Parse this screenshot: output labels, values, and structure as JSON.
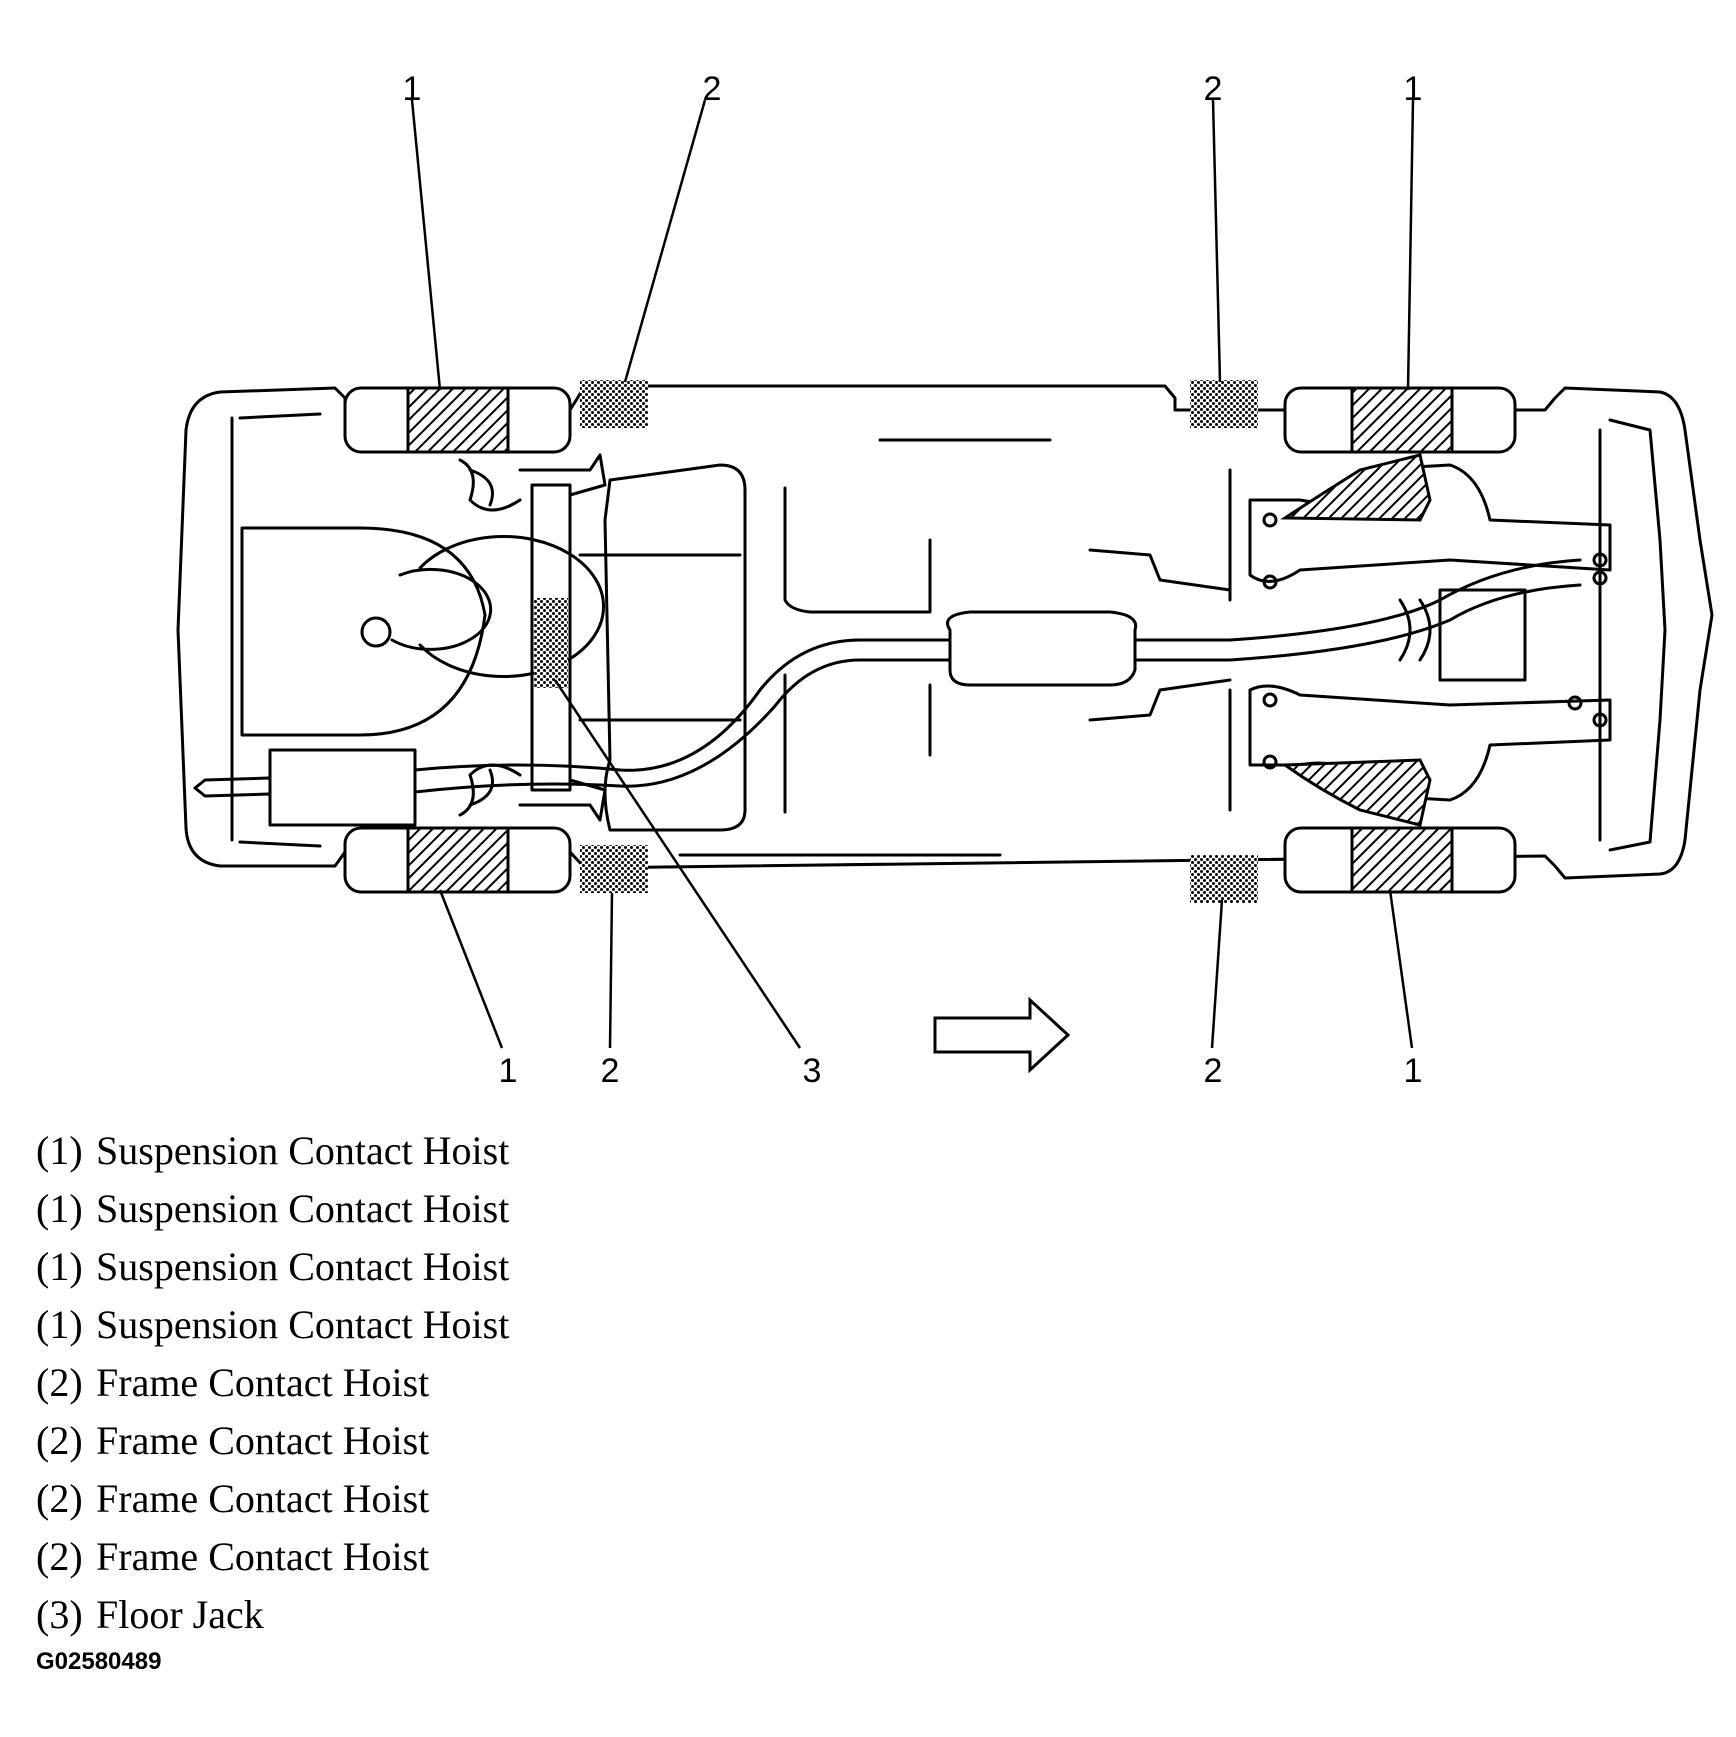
{
  "diagram": {
    "callouts": {
      "top": [
        "1",
        "2",
        "2",
        "1"
      ],
      "bottom": [
        "1",
        "2",
        "3",
        "2",
        "1"
      ]
    },
    "legend": [
      {
        "num": "(1)",
        "label": "Suspension Contact Hoist"
      },
      {
        "num": "(1)",
        "label": "Suspension Contact Hoist"
      },
      {
        "num": "(1)",
        "label": "Suspension Contact Hoist"
      },
      {
        "num": "(1)",
        "label": "Suspension Contact Hoist"
      },
      {
        "num": "(2)",
        "label": "Frame Contact Hoist"
      },
      {
        "num": "(2)",
        "label": "Frame Contact Hoist"
      },
      {
        "num": "(2)",
        "label": "Frame Contact Hoist"
      },
      {
        "num": "(2)",
        "label": "Frame Contact Hoist"
      },
      {
        "num": "(3)",
        "label": "Floor Jack"
      }
    ],
    "figure_id": "G02580489",
    "colors": {
      "line": "#000000",
      "background": "#ffffff"
    }
  }
}
